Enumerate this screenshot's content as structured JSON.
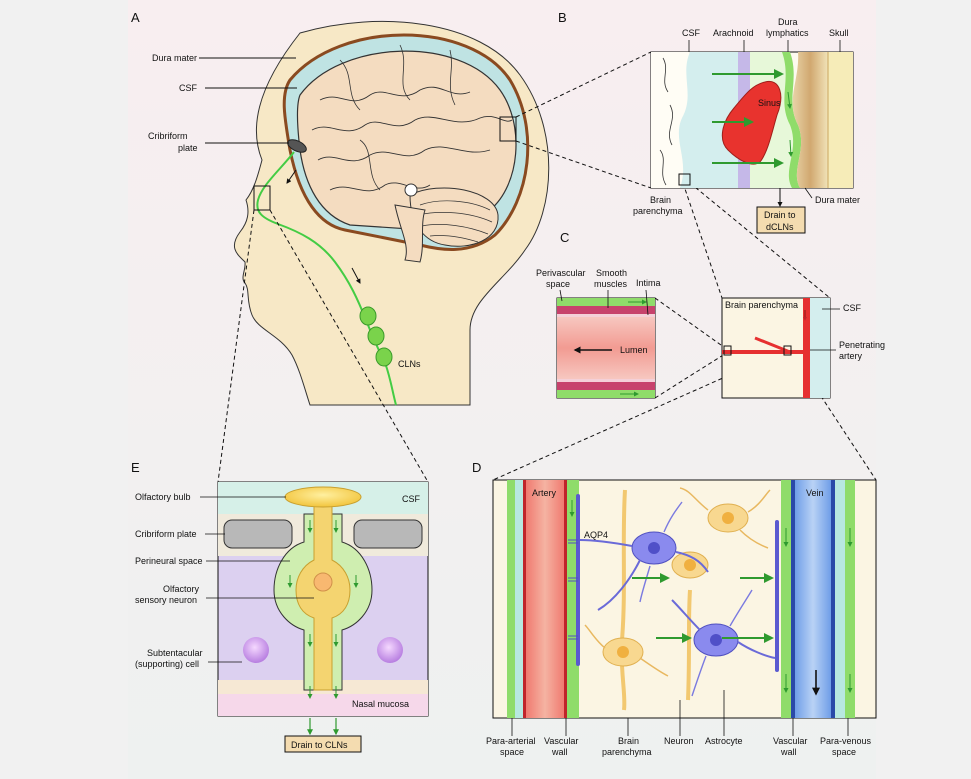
{
  "panels": {
    "a": "A",
    "b": "B",
    "c": "C",
    "d": "D",
    "e": "E"
  },
  "panel_a": {
    "dura_mater": "Dura mater",
    "csf": "CSF",
    "cribriform_1": "Cribriform",
    "cribriform_2": "plate",
    "clns": "CLNs"
  },
  "panel_b": {
    "csf": "CSF",
    "arachnoid": "Arachnoid",
    "dura_lymph_1": "Dura",
    "dura_lymph_2": "lymphatics",
    "skull": "Skull",
    "sinus": "Sinus",
    "brain_1": "Brain",
    "brain_2": "parenchyma",
    "dura_mater": "Dura mater",
    "drain_1": "Drain to",
    "drain_2": "dCLNs"
  },
  "panel_c": {
    "perivascular_1": "Perivascular",
    "perivascular_2": "space",
    "smooth_1": "Smooth",
    "smooth_2": "muscles",
    "intima": "Intima",
    "lumen": "Lumen",
    "brain_parenchyma": "Brain parenchyma",
    "csf": "CSF",
    "penetrating_1": "Penetrating",
    "penetrating_2": "artery"
  },
  "panel_d": {
    "artery": "Artery",
    "vein": "Vein",
    "aqp4": "AQP4",
    "para_arterial_1": "Para-arterial",
    "para_arterial_2": "space",
    "vascular_wall_1": "Vascular",
    "vascular_wall_2": "wall",
    "brain_1": "Brain",
    "brain_2": "parenchyma",
    "neuron": "Neuron",
    "astrocyte": "Astrocyte",
    "vascular_wall_r1": "Vascular",
    "vascular_wall_r2": "wall",
    "para_venous_1": "Para-venous",
    "para_venous_2": "space"
  },
  "panel_e": {
    "olfactory_bulb": "Olfactory bulb",
    "csf": "CSF",
    "cribriform": "Cribriform plate",
    "perineural": "Perineural space",
    "osn_1": "Olfactory",
    "osn_2": "sensory neuron",
    "sub_1": "Subtentacular",
    "sub_2": "(supporting) cell",
    "nasal": "Nasal mucosa",
    "drain": "Drain to CLNs"
  }
}
